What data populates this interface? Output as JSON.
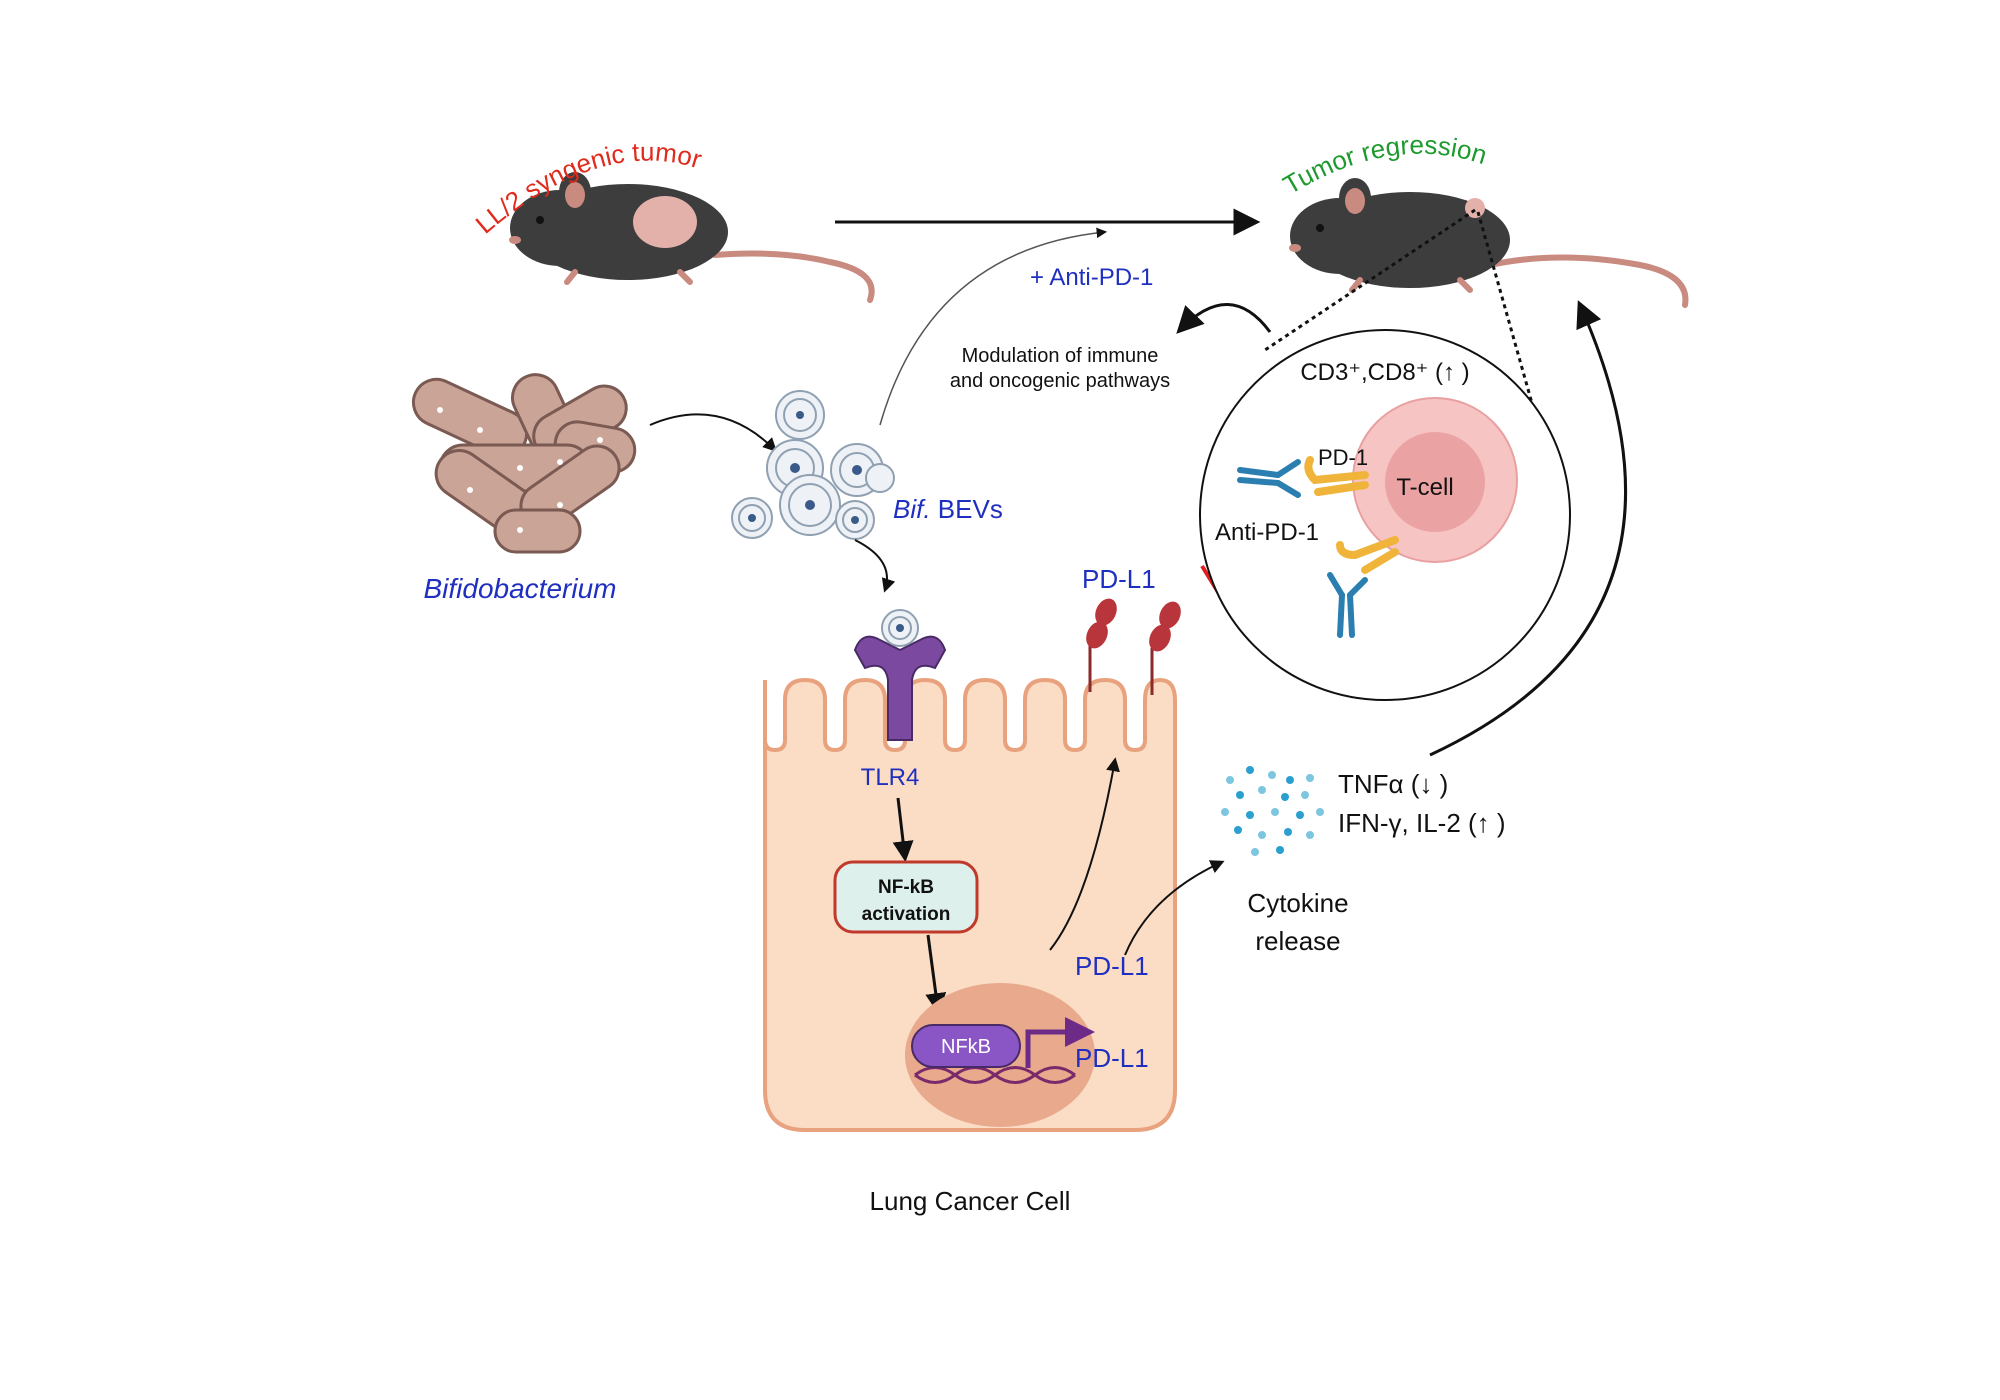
{
  "labels": {
    "tumor_model": "LL/2 syngenic tumor",
    "regression": "Tumor regression",
    "anti_pd1_treatment": "+ Anti-PD-1",
    "modulation_line1": "Modulation of immune",
    "modulation_line2": "and oncogenic pathways",
    "cd_markers": "CD3⁺,CD8⁺ (↑ )",
    "bacterium": "Bifidobacterium",
    "bevs_italic": "Bif.",
    "bevs_rest": " BEVs",
    "tlr4": "TLR4",
    "nfkb_activation_line1": "NF-kB",
    "nfkb_activation_line2": "activation",
    "nfkb": "NFkB",
    "pdl1_gene": "PD-L1",
    "pdl1_cytoplasm": "PD-L1",
    "pdl1_membrane": "PD-L1",
    "pd1": "PD-1",
    "tcell": "T-cell",
    "anti_pd1": "Anti-PD-1",
    "tnf": "TNFα (↓ )",
    "ifn_il2": "IFN-γ, IL-2 (↑ )",
    "cytokine_line1": "Cytokine",
    "cytokine_line2": "release",
    "cell_caption": "Lung Cancer Cell"
  },
  "colors": {
    "tumor_label": "#e02a1b",
    "regression_label": "#1f9a2e",
    "blue_text": "#1f2fbf",
    "cell_fill": "#fbdcc4",
    "cell_stroke": "#e8a27e",
    "nucleus": "#e8a98c",
    "nfkb_pill": "#8a56c6",
    "box_fill": "#def0ec",
    "box_stroke": "#c0392b",
    "pdl1_receptor": "#b8363b",
    "tlr4_receptor": "#7b4aa0",
    "tcell_outer": "#f7c4c4",
    "tcell_inner": "#eba2a2",
    "antibody": "#2a7fb0",
    "pd1_receptor": "#f0b43a",
    "inhibit": "#e01e1e",
    "mouse": "#3d3d3d",
    "bacteria": "#c9a497"
  }
}
